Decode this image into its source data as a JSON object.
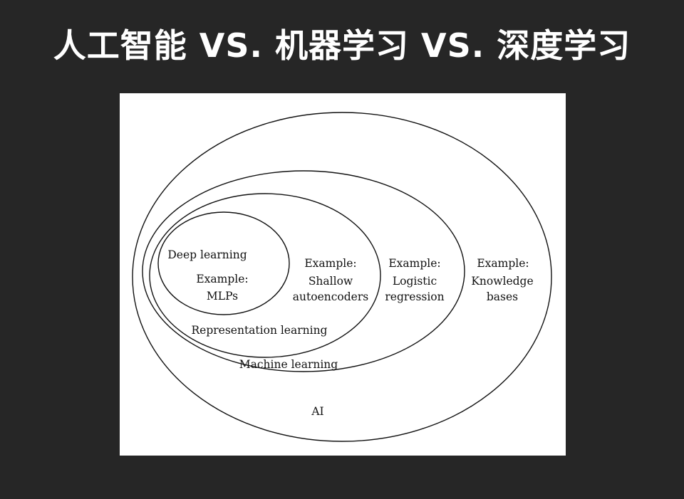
{
  "slide": {
    "title": "人工智能 VS. 机器学习 VS. 深度学习"
  },
  "diagram": {
    "sets": [
      {
        "name": "AI",
        "example": [
          "Example:",
          "Knowledge",
          "bases"
        ]
      },
      {
        "name": "Machine learning",
        "example": [
          "Example:",
          "Logistic",
          "regression"
        ]
      },
      {
        "name": "Representation learning",
        "example": [
          "Example:",
          "Shallow",
          "autoencoders"
        ]
      },
      {
        "name": "Deep learning",
        "example": [
          "Example:",
          "MLPs"
        ]
      }
    ]
  }
}
